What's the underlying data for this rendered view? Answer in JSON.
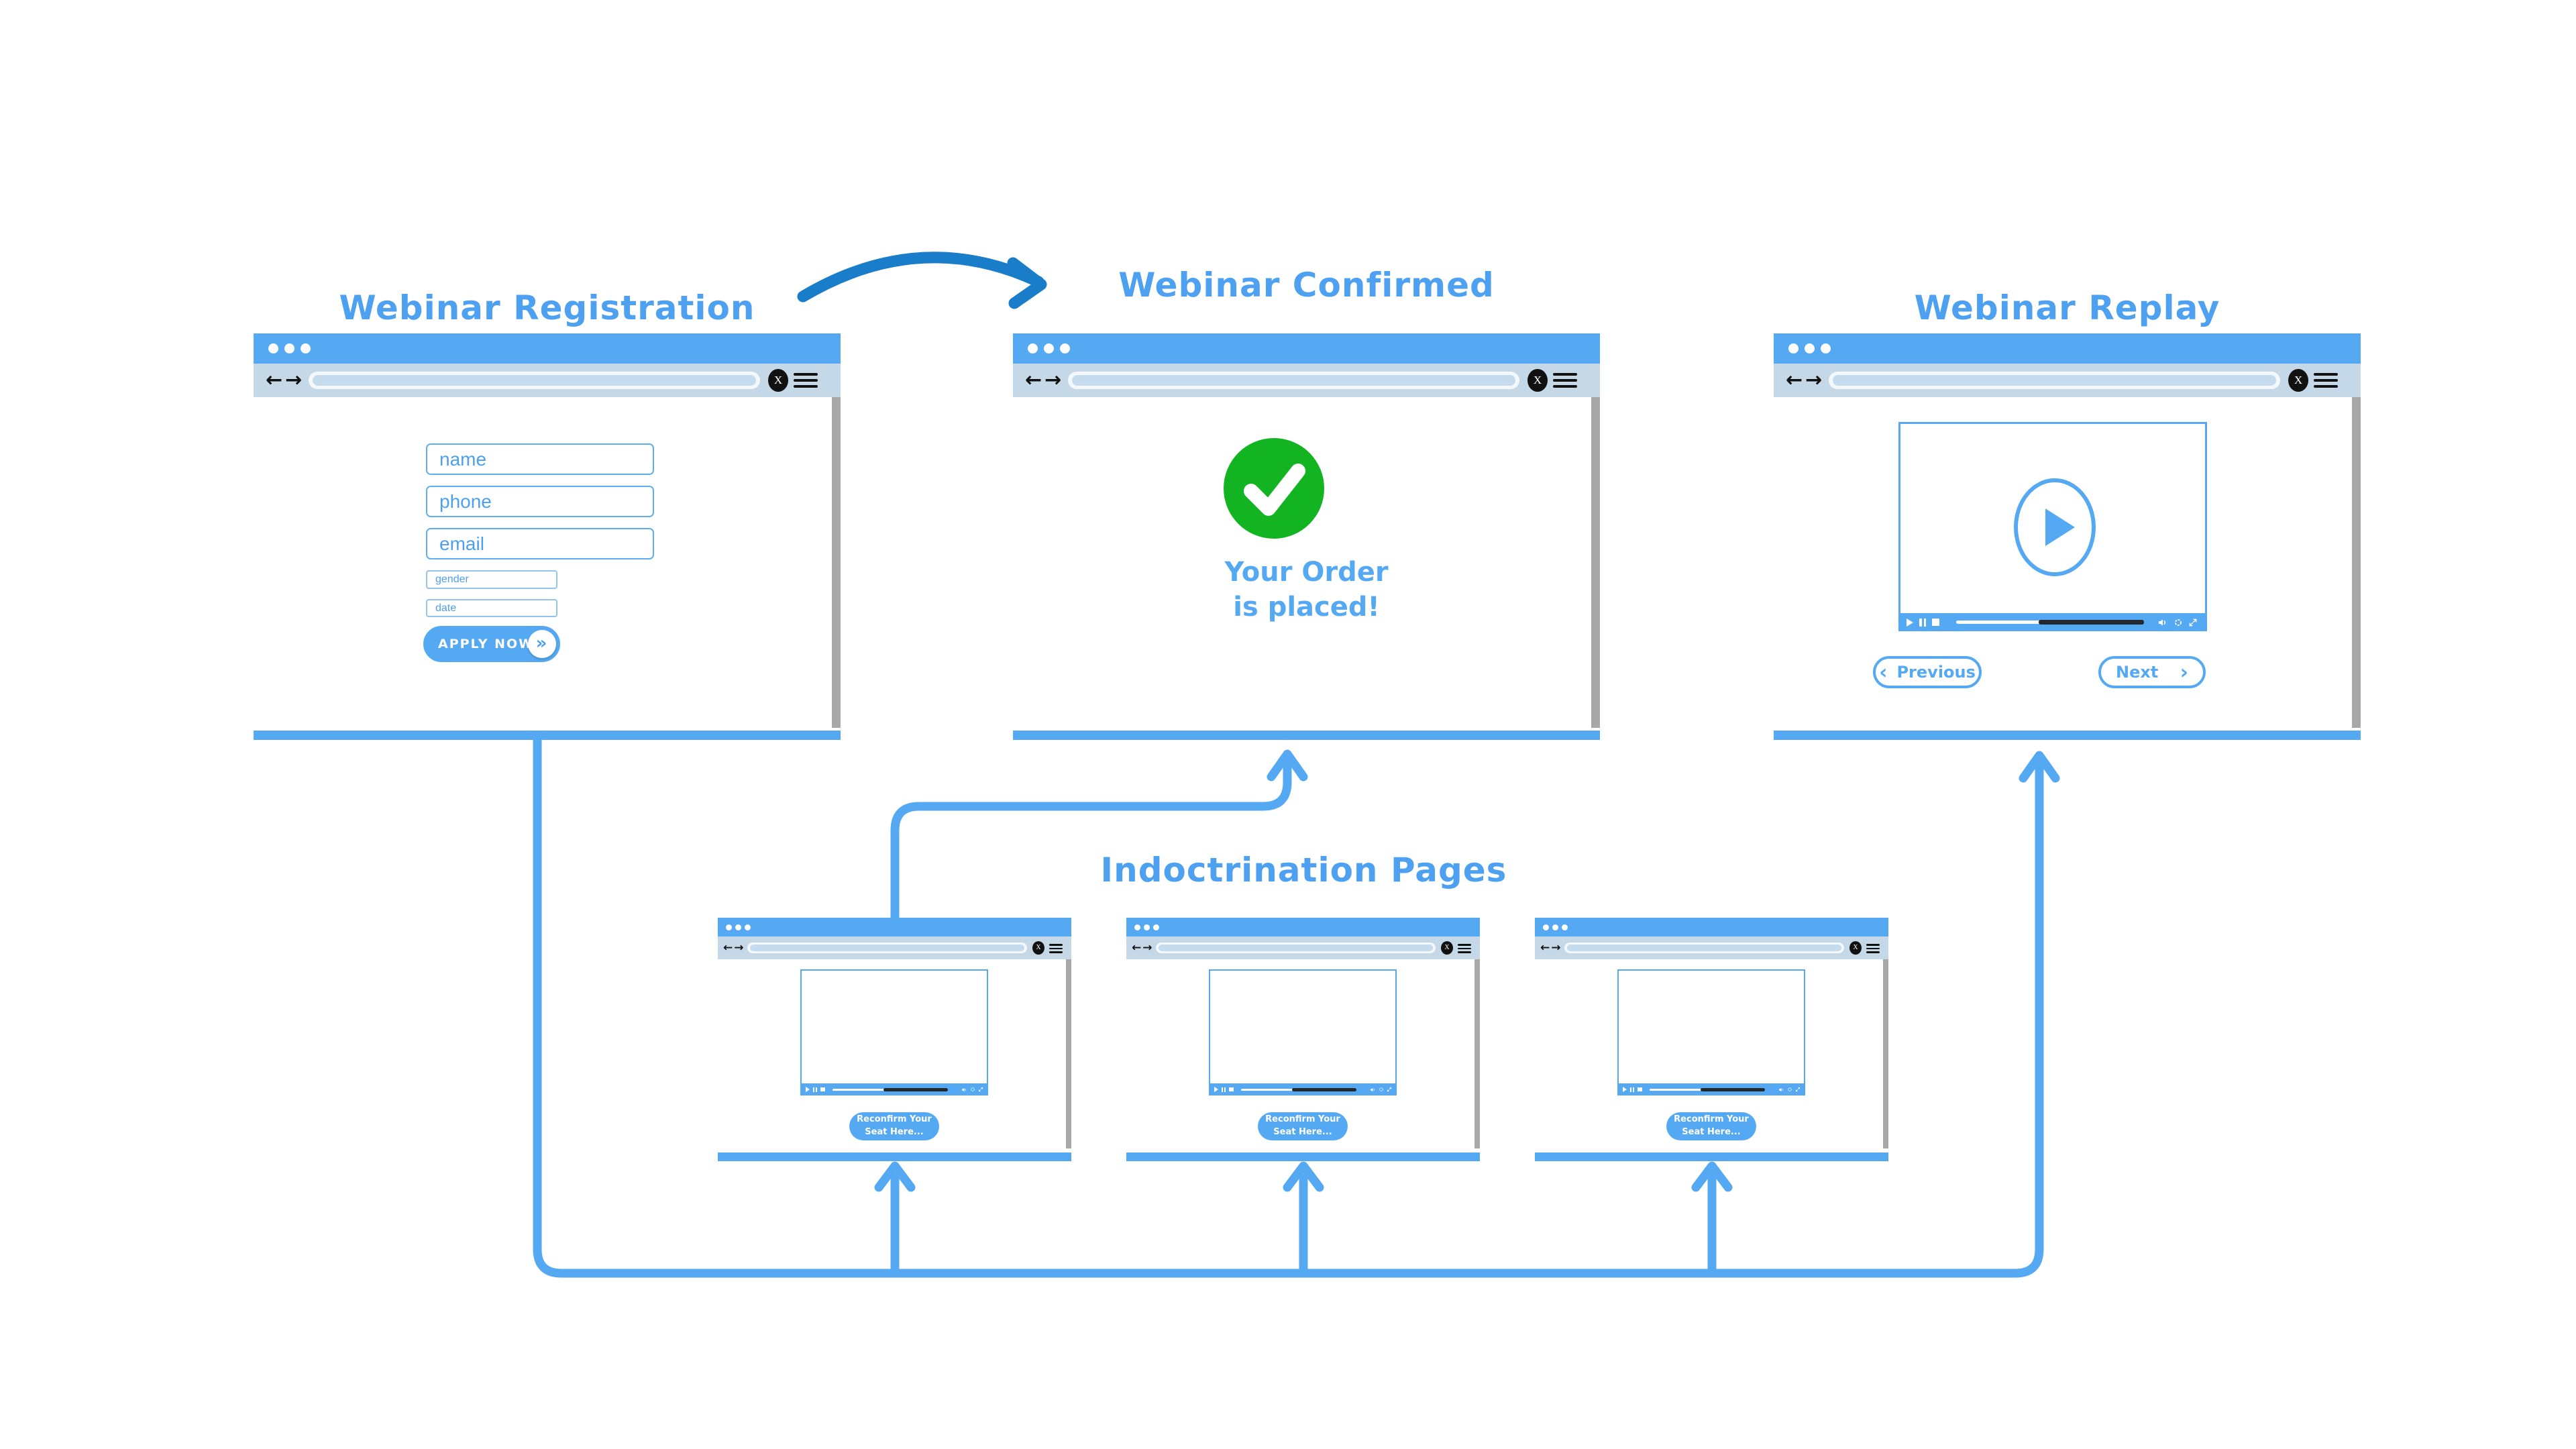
{
  "colors": {
    "primary_blue": "#55a9f2",
    "title_blue": "#4da1f0",
    "toolbar_gray_blue": "#c4d8e7",
    "url_inner_blue": "#c5dcee",
    "dark_arrow_blue": "#1a7dc9",
    "success_green": "#12b422",
    "scrollbar_gray": "#a8a8a8",
    "progress_dark": "#24282c"
  },
  "chrome": {
    "back_glyph": "←",
    "forward_glyph": "→",
    "x_logo_glyph": "X"
  },
  "flow": {
    "registration": {
      "title": "Webinar Registration",
      "form": {
        "name_placeholder": "name",
        "phone_placeholder": "phone",
        "email_placeholder": "email",
        "gender_placeholder": "gender",
        "date_placeholder": "date",
        "apply_label": "APPLY NOW",
        "apply_chevron": "»"
      }
    },
    "confirmed": {
      "title": "Webinar Confirmed",
      "message": "Your Order is placed!"
    },
    "replay": {
      "title": "Webinar Replay",
      "previous_label": "Previous",
      "next_label": "Next",
      "prev_chevron": "‹",
      "next_chevron": "›"
    },
    "indoctrination": {
      "title": "Indoctrination Pages",
      "windows": [
        {
          "button_line1": "Reconfirm Your",
          "button_line2": "Seat Here..."
        },
        {
          "button_line1": "Reconfirm Your",
          "button_line2": "Seat Here..."
        },
        {
          "button_line1": "Reconfirm Your",
          "button_line2": "Seat Here..."
        }
      ]
    }
  }
}
